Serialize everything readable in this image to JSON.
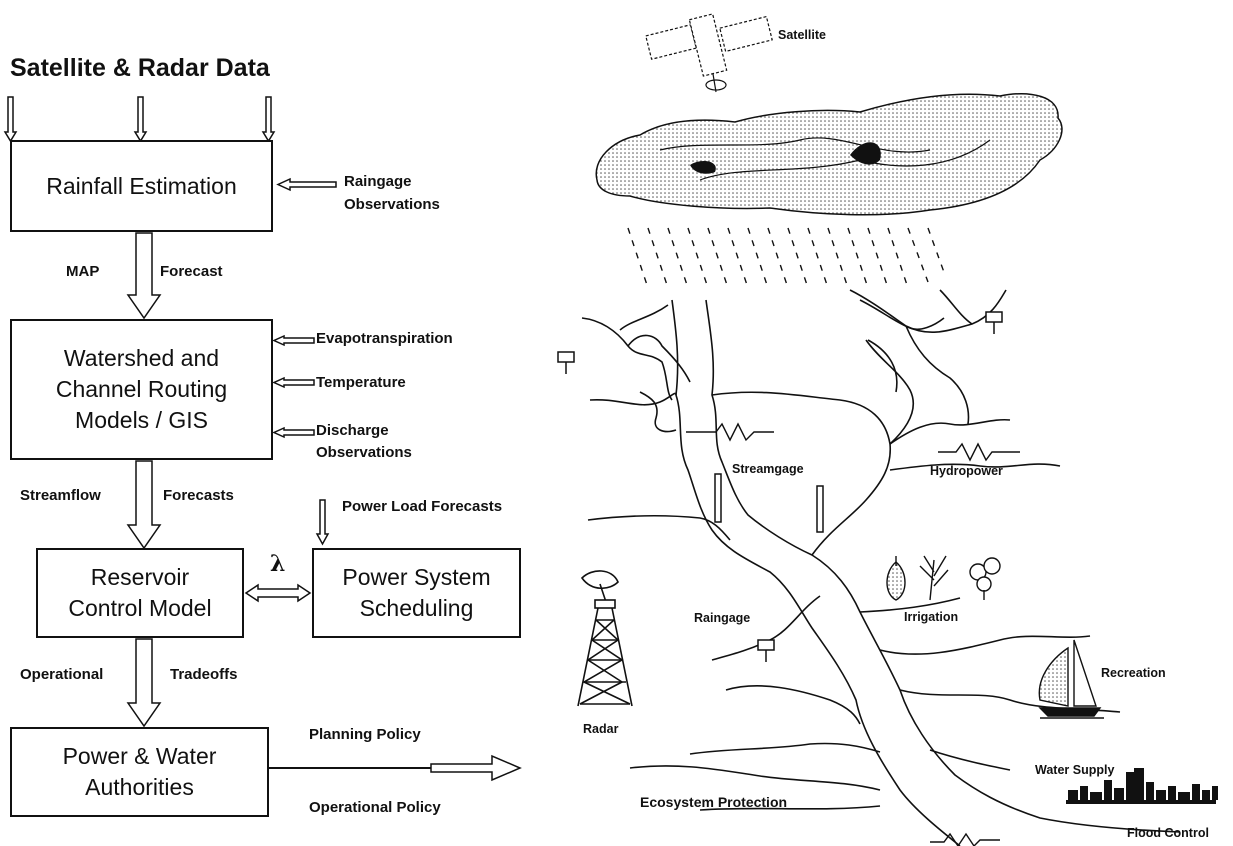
{
  "flowchart": {
    "top_input": "Satellite & Radar Data",
    "boxes": {
      "rainfall": "Rainfall Estimation",
      "watershed_line1": "Watershed and",
      "watershed_line2": "Channel Routing",
      "watershed_line3": "Models / GIS",
      "reservoir_line1": "Reservoir",
      "reservoir_line2": "Control Model",
      "power_system_line1": "Power System",
      "power_system_line2": "Scheduling",
      "authorities_line1": "Power & Water",
      "authorities_line2": "Authorities"
    },
    "side_inputs": {
      "raingage_line1": "Raingage",
      "raingage_line2": "Observations",
      "evapotranspiration": "Evapotranspiration",
      "temperature": "Temperature",
      "discharge_line1": "Discharge",
      "discharge_line2": "Observations",
      "power_load": "Power Load Forecasts"
    },
    "arrow_labels": {
      "map": "MAP",
      "forecast": "Forecast",
      "streamflow": "Streamflow",
      "forecasts": "Forecasts",
      "lambda": "λ",
      "operational": "Operational",
      "tradeoffs": "Tradeoffs",
      "planning_policy": "Planning Policy",
      "operational_policy": "Operational Policy"
    }
  },
  "illustration": {
    "labels": {
      "satellite": "Satellite",
      "streamgage": "Streamgage",
      "hydropower": "Hydropower",
      "irrigation": "Irrigation",
      "raingage": "Raingage",
      "radar": "Radar",
      "recreation": "Recreation",
      "water_supply": "Water Supply",
      "ecosystem_protection": "Ecosystem Protection",
      "flood_control": "Flood Control"
    }
  }
}
